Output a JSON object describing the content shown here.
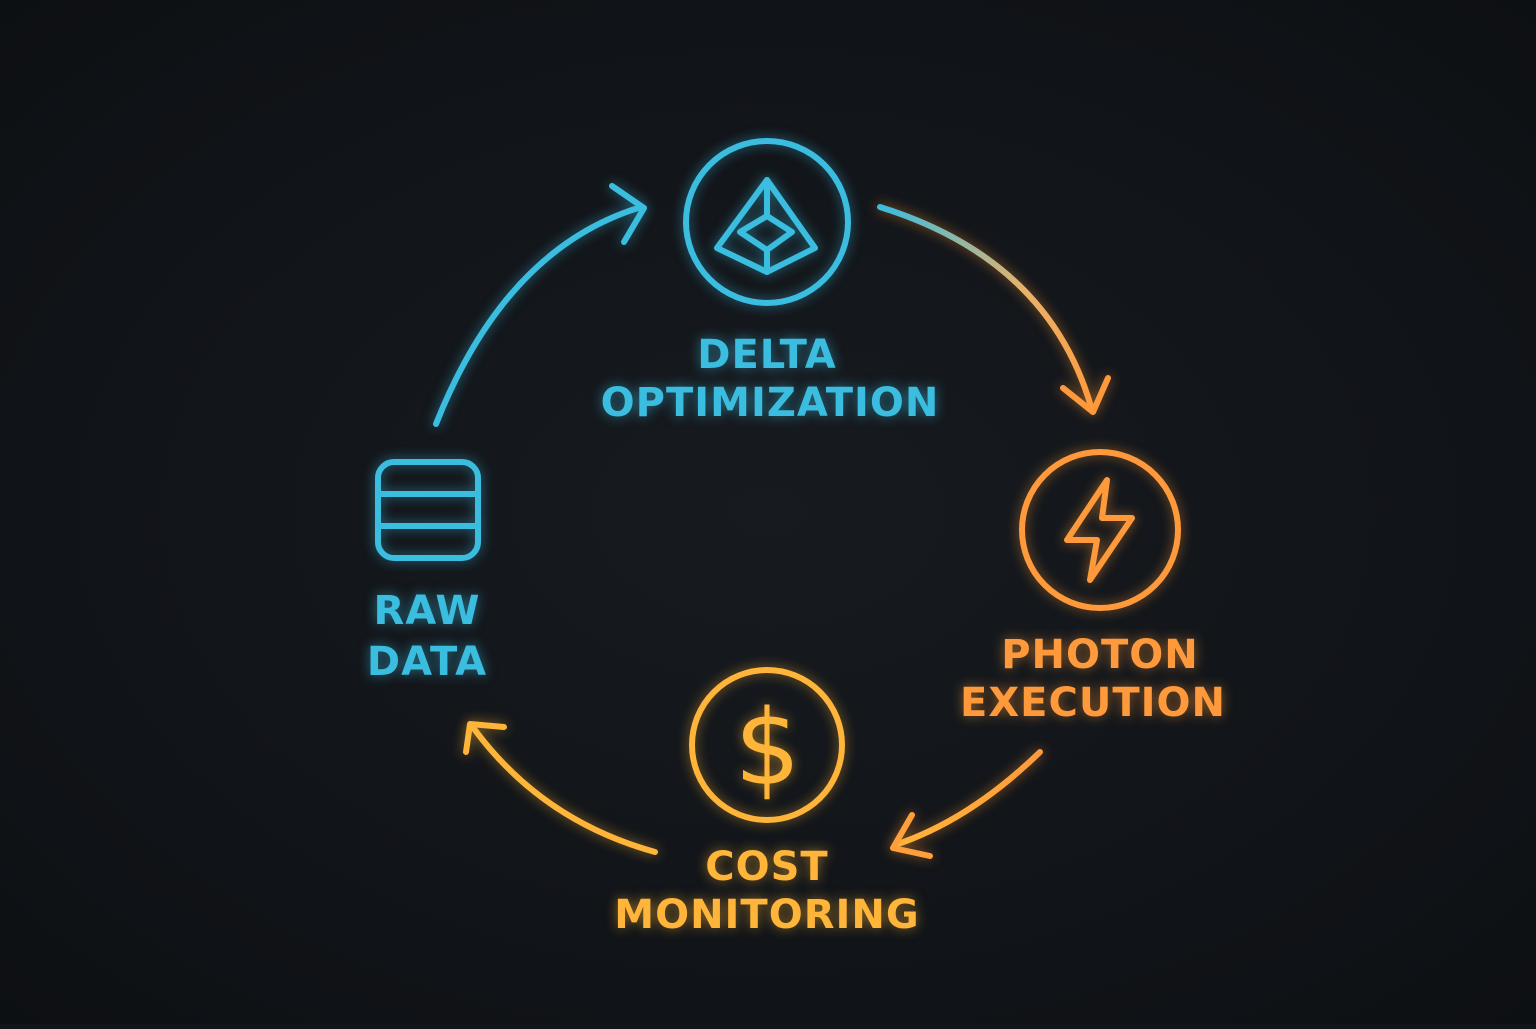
{
  "colors": {
    "background": "#111418",
    "cyan": "#3bbde0",
    "orange": "#ff9a3c",
    "yellow": "#ffb43a"
  },
  "nodes": [
    {
      "id": "raw-data",
      "icon": "database-icon",
      "line1": "RAW",
      "line2": "DATA",
      "color": "#3bbde0"
    },
    {
      "id": "delta-optimization",
      "icon": "delta-prism-icon",
      "line1": "DELTA",
      "line2": "OPTIMIZATION",
      "color": "#3bbde0"
    },
    {
      "id": "photon-execution",
      "icon": "lightning-bolt-icon",
      "line1": "PHOTON",
      "line2": "EXECUTION",
      "color": "#ff9a3c"
    },
    {
      "id": "cost-monitoring",
      "icon": "dollar-sign-icon",
      "line1": "COST",
      "line2": "MONITORING",
      "color": "#ffb43a"
    }
  ]
}
